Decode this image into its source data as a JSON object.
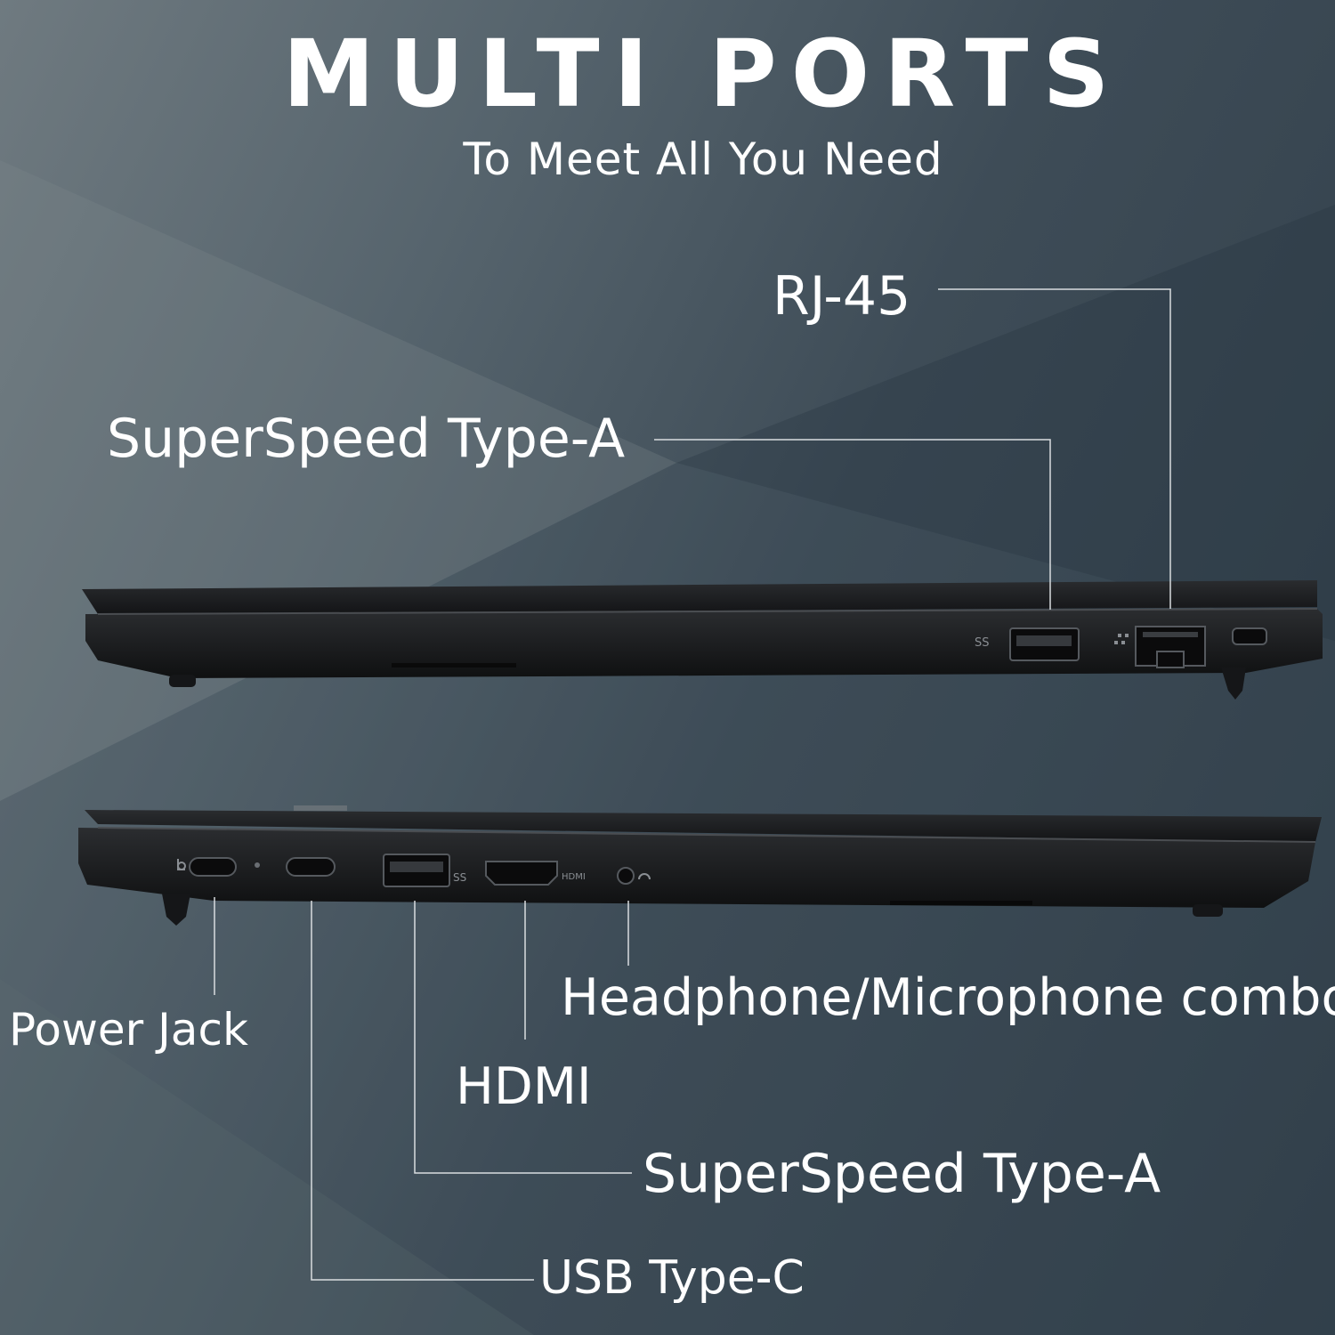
{
  "header": {
    "title": "MULTI PORTS",
    "subtitle": "To Meet All You Need"
  },
  "callouts": {
    "rj45": "RJ-45",
    "superspeed_top": "SuperSpeed Type-A",
    "power_jack": "Power Jack",
    "headphone": "Headphone/Microphone combo",
    "hdmi": "HDMI",
    "superspeed_bottom": "SuperSpeed Type-A",
    "usb_c": "USB Type-C"
  },
  "port_markings": {
    "ss_logo": "SS",
    "hdmi_logo": "HDMI"
  },
  "colors": {
    "background_light": "#6f7a80",
    "background_dark": "#2f3d48",
    "laptop_body": "#1c1d1f",
    "leader_line": "#d9dde0",
    "text": "#ffffff"
  },
  "icons": [
    "usb-superspeed-icon",
    "ethernet-icon",
    "power-icon",
    "headset-icon",
    "kensington-lock-icon"
  ]
}
